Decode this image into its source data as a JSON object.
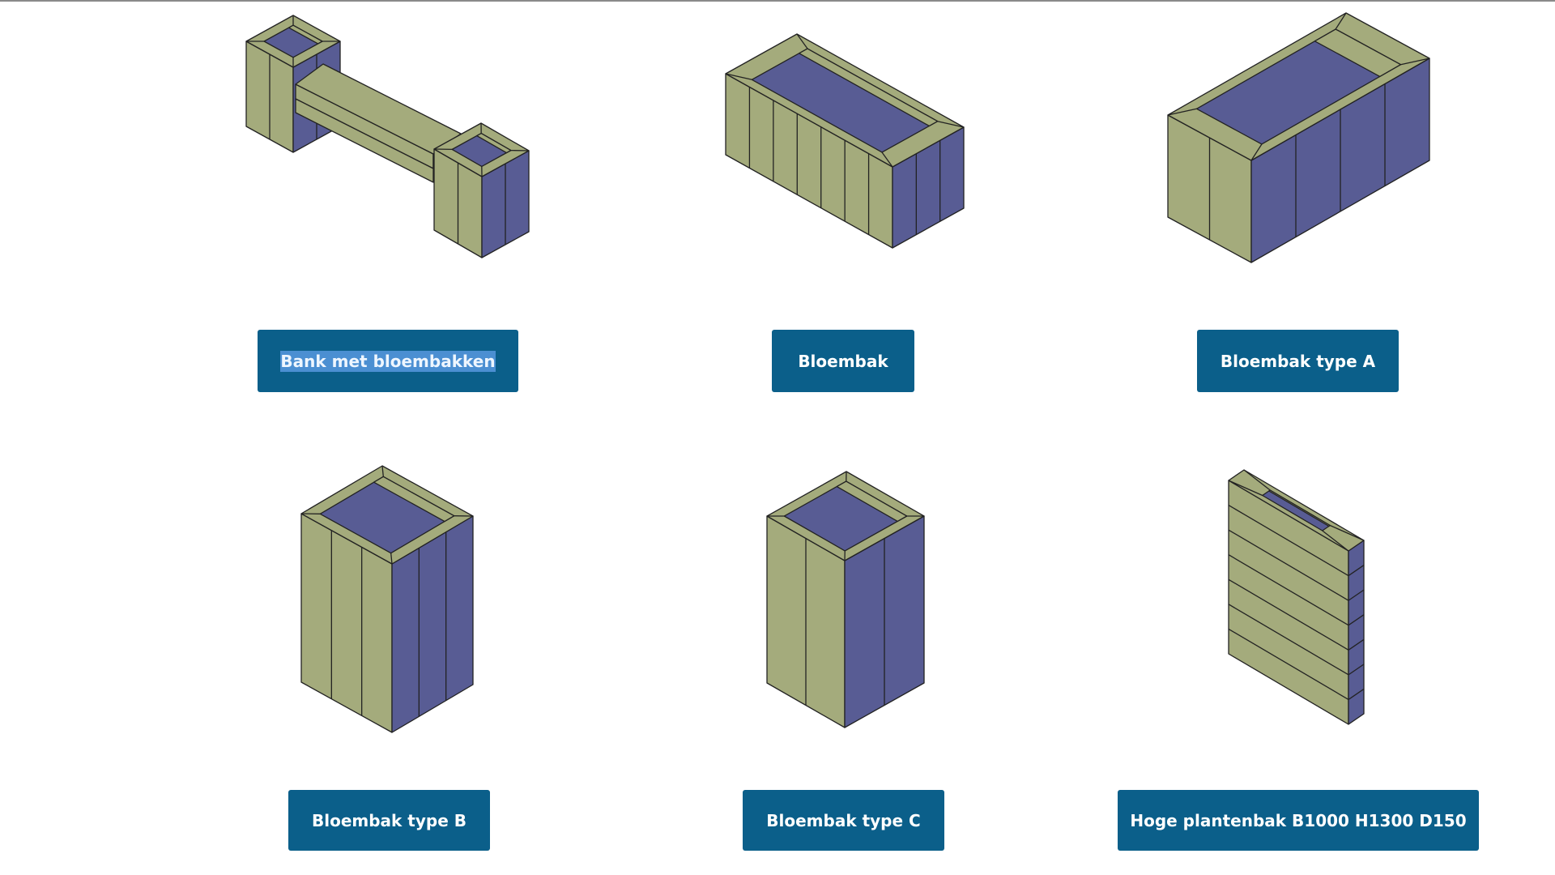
{
  "colors": {
    "wood_light": "#a4ab7c",
    "wood_shade": "#585c94",
    "button": "#0b5f8a",
    "selection": "#4b8fd2"
  },
  "products": [
    {
      "label": "Bank met bloembakken",
      "image": "bench-with-planters",
      "selected": true
    },
    {
      "label": "Bloembak",
      "image": "planter"
    },
    {
      "label": "Bloembak type A",
      "image": "planter-type-a"
    },
    {
      "label": "Bloembak type B",
      "image": "planter-type-b"
    },
    {
      "label": "Bloembak type C",
      "image": "planter-type-c"
    },
    {
      "label": "Hoge plantenbak B1000 H1300 D150",
      "image": "tall-planter-panel"
    }
  ]
}
